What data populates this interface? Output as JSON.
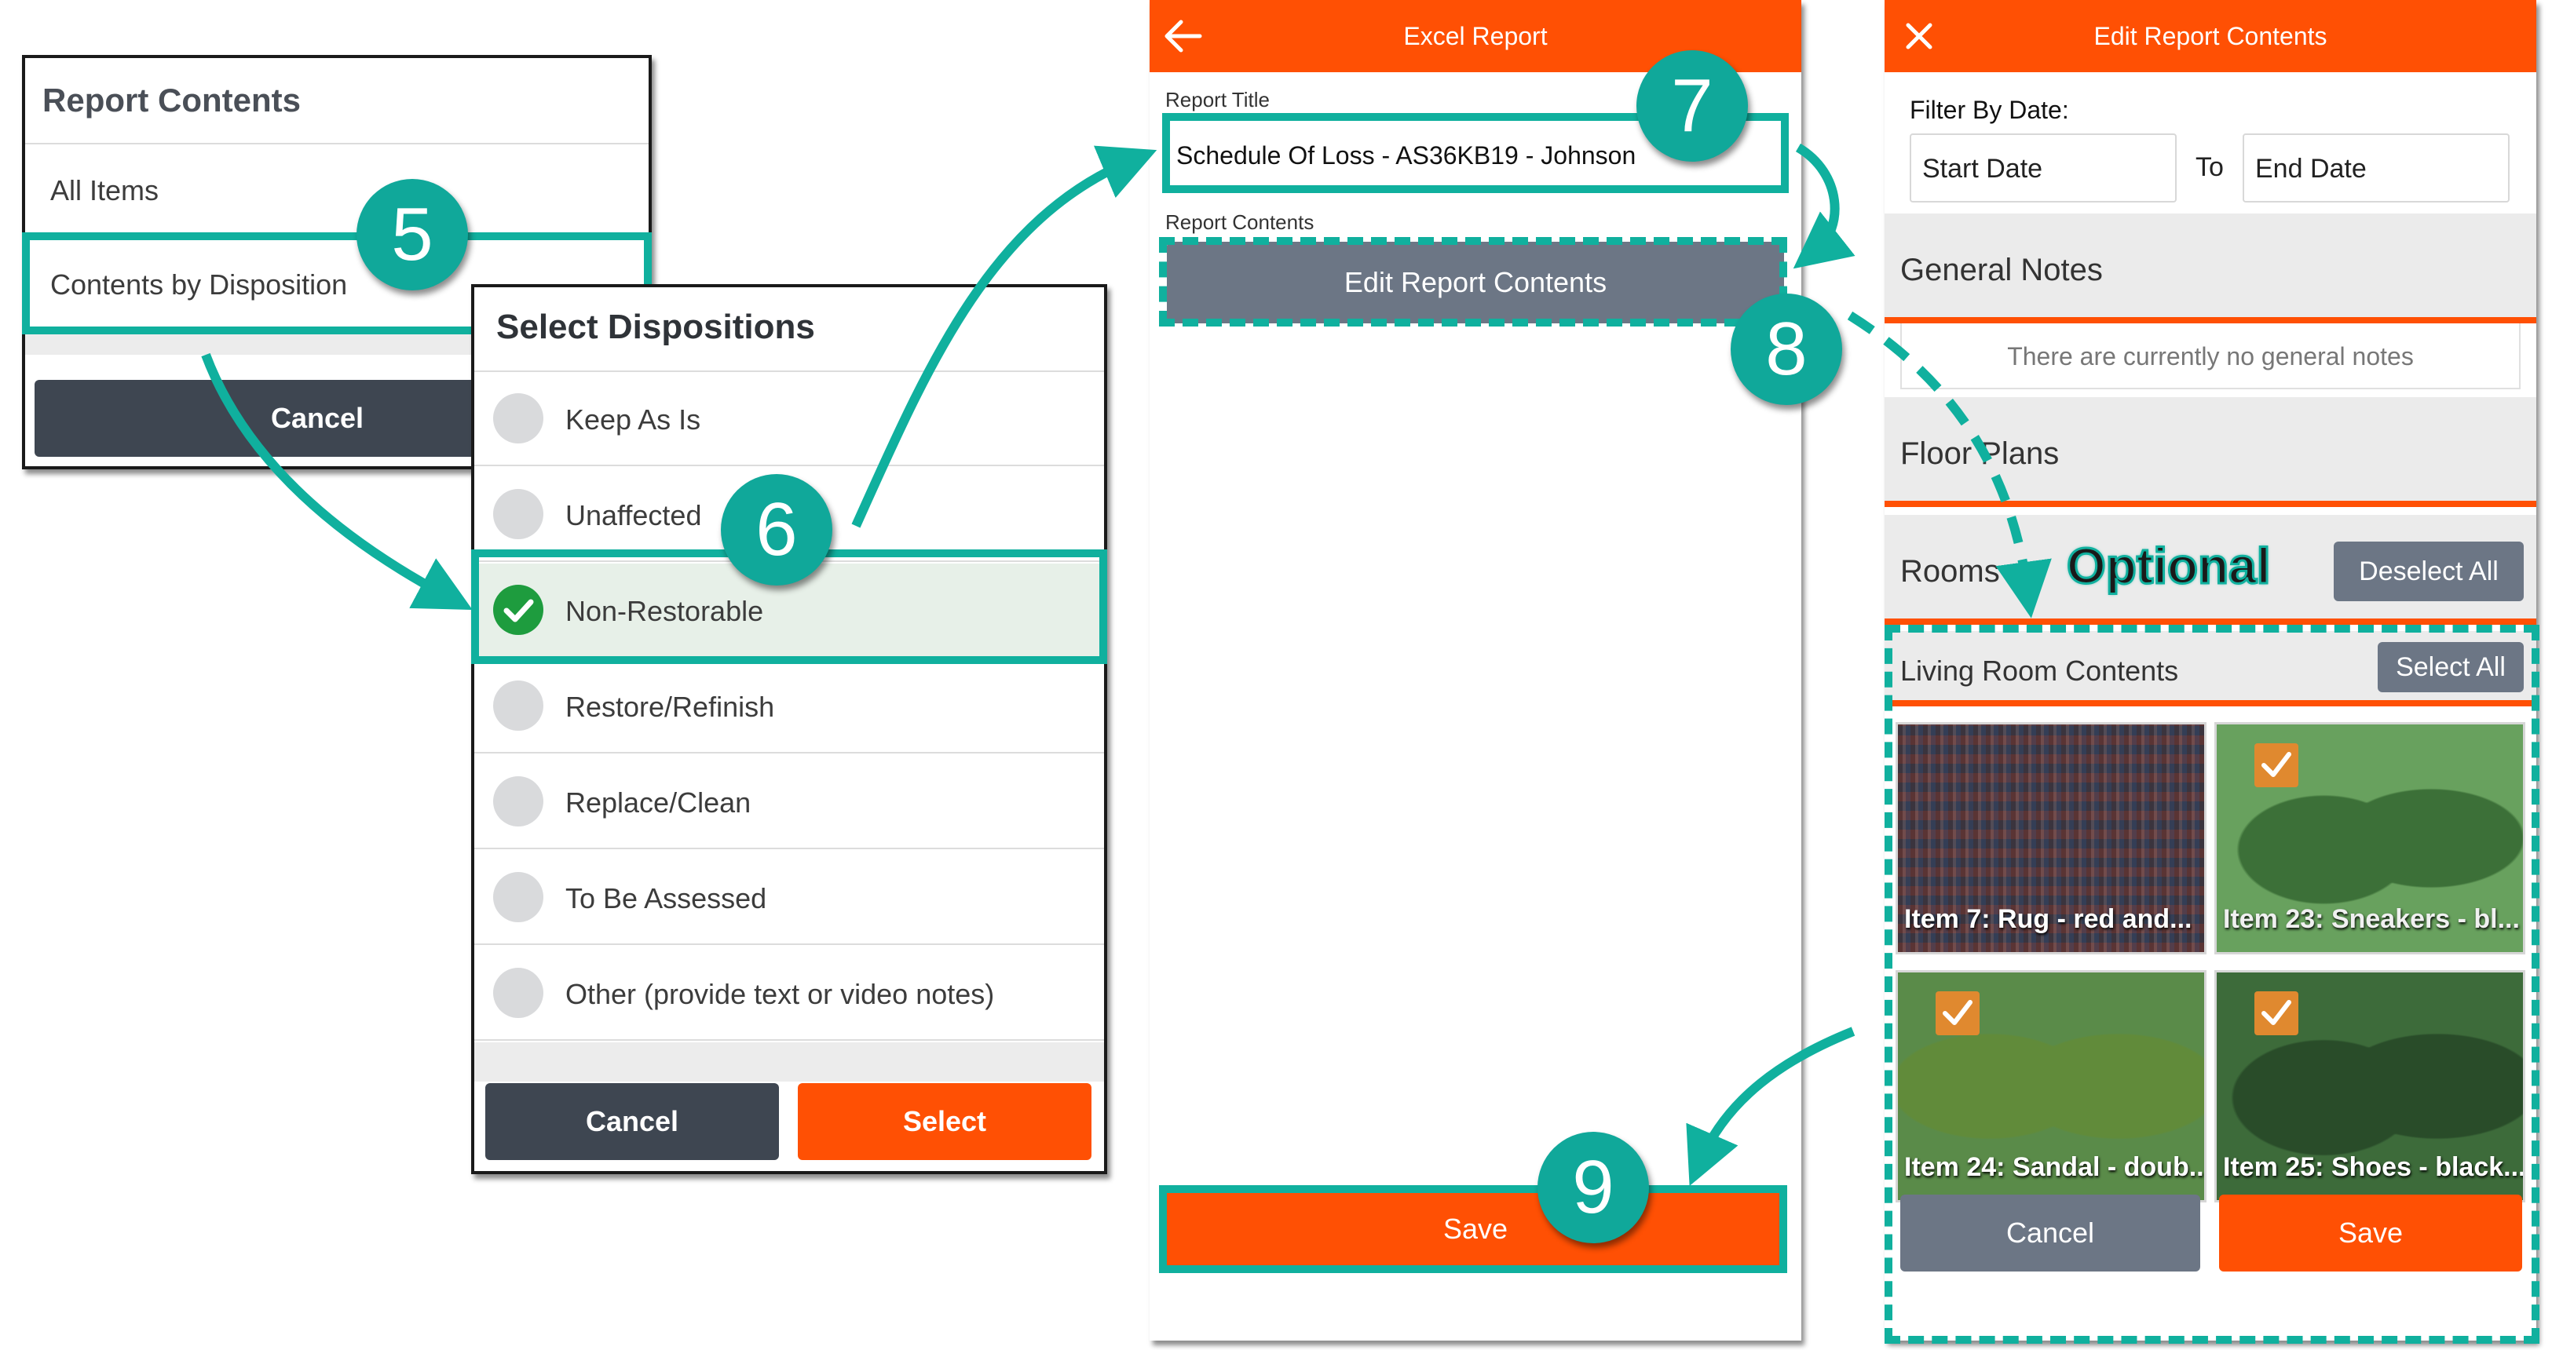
{
  "panel1": {
    "title": "Report Contents",
    "items": [
      "All Items",
      "Contents by Disposition"
    ],
    "cancel": "Cancel"
  },
  "panel2": {
    "title": "Select Dispositions",
    "options": [
      "Keep As Is",
      "Unaffected",
      "Non-Restorable",
      "Restore/Refinish",
      "Replace/Clean",
      "To Be Assessed",
      "Other (provide text or video notes)"
    ],
    "selected": "Non-Restorable",
    "cancel": "Cancel",
    "select": "Select"
  },
  "panel3": {
    "header": "Excel Report",
    "report_title_label": "Report Title",
    "report_title_value": "Schedule Of Loss - AS36KB19 - Johnson",
    "report_contents_label": "Report Contents",
    "edit_button": "Edit Report Contents",
    "save": "Save"
  },
  "panel4": {
    "header": "Edit Report Contents",
    "filter_label": "Filter By Date:",
    "start_placeholder": "Start Date",
    "to": "To",
    "end_placeholder": "End Date",
    "general_notes": "General Notes",
    "no_notes": "There are currently no general notes",
    "floor_plans": "Floor Plans",
    "rooms": "Rooms",
    "deselect_all": "Deselect All",
    "living_room": "Living Room Contents",
    "select_all": "Select All",
    "tiles": [
      {
        "caption": "Item 7: Rug - red and...",
        "checked": false
      },
      {
        "caption": "Item 23: Sneakers - bl...",
        "checked": true
      },
      {
        "caption": "Item 24: Sandal - doub...",
        "checked": true
      },
      {
        "caption": "Item 25: Shoes - black...",
        "checked": true
      }
    ],
    "cancel": "Cancel",
    "save": "Save"
  },
  "annotations": {
    "steps": [
      "5",
      "6",
      "7",
      "8",
      "9"
    ],
    "optional": "Optional"
  },
  "colors": {
    "brand_orange": "#ff5004",
    "slate_button": "#3e4651",
    "gray_button": "#6c7685",
    "annotation_teal": "#10a89a",
    "check_green": "#1e9c3e"
  }
}
